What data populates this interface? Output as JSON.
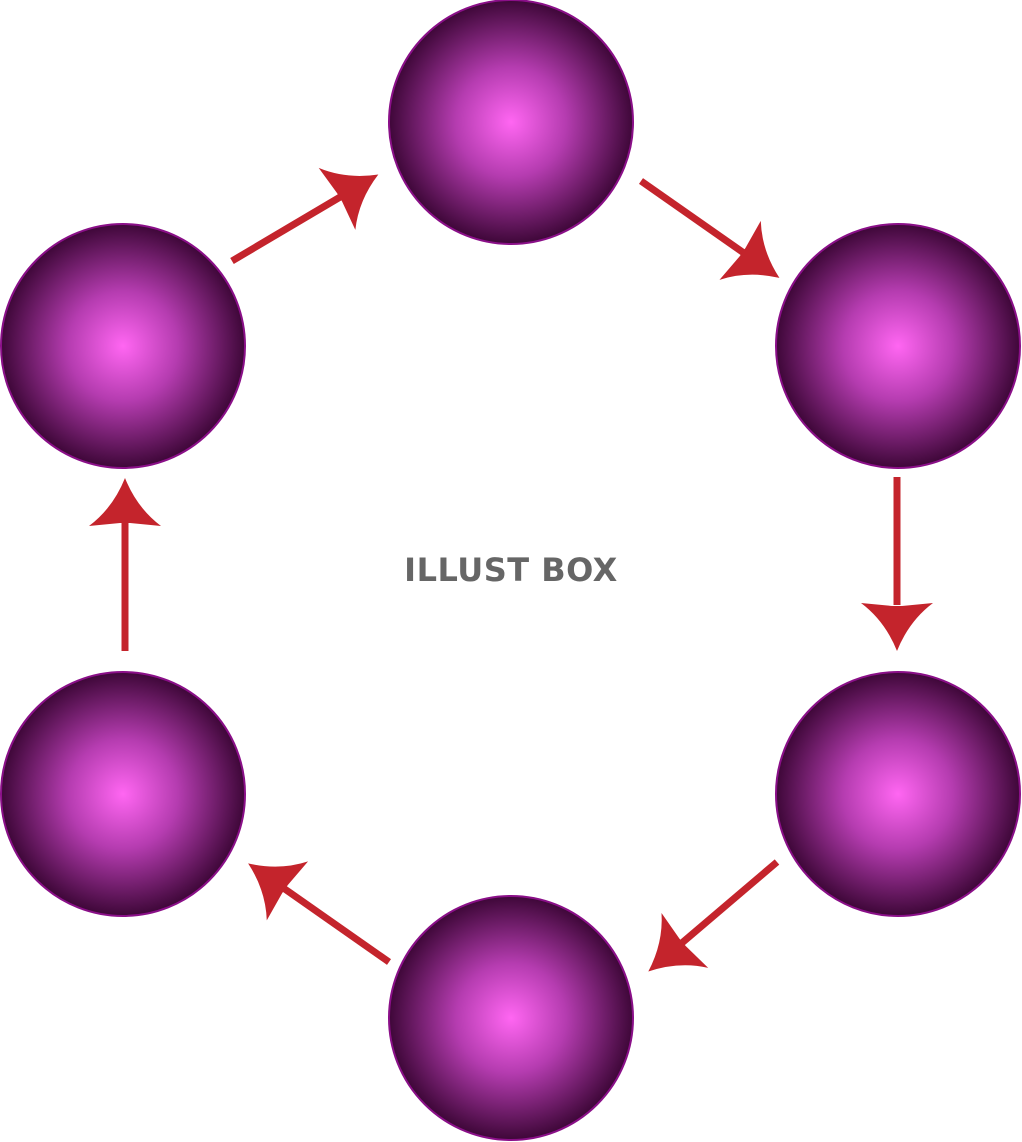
{
  "watermark": {
    "text": "ILLUST BOX"
  },
  "diagram": {
    "type": "cycle",
    "node_count": 6,
    "direction": "clockwise",
    "colors": {
      "sphere_center": "#ff66f2",
      "sphere_mid": "#b53cb0",
      "sphere_edge": "#3e0738",
      "sphere_stroke": "#8a0f88",
      "arrow": "#c4242c",
      "watermark": "#666666"
    }
  }
}
